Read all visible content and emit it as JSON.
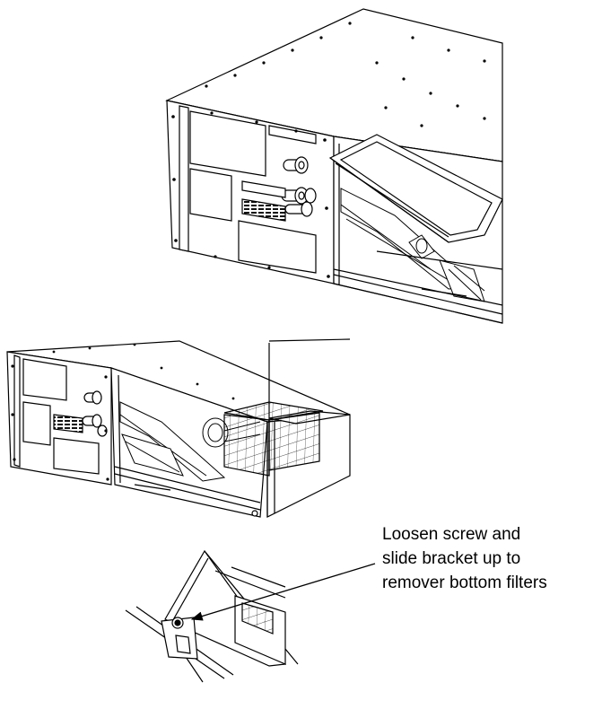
{
  "callout": {
    "lines": [
      "Loosen screw and",
      "slide bracket up to",
      "remover bottom filters"
    ]
  },
  "colors": {
    "line": "#000000",
    "background": "#ffffff",
    "fill_light": "#ffffff",
    "label_dark": "#111111"
  }
}
